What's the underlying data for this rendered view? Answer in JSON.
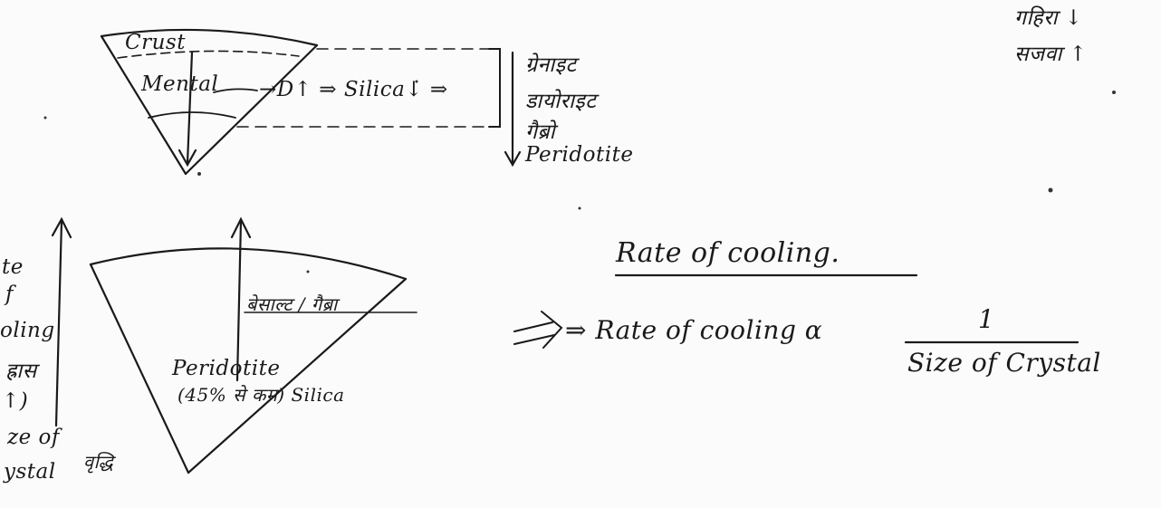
{
  "top_right_notes": {
    "line1": "गहिरा ↓",
    "line2": "सजवा ↑"
  },
  "top_diagram": {
    "crust_label": "Crust",
    "mantle_label": "Mental",
    "flow_text": "→D↑ ⇒ Silica↓ ⇒",
    "rocks": [
      "ग्रेनाइट",
      "डायोराइट",
      "गैब्रो",
      "Peridotite"
    ]
  },
  "left_axis": {
    "top_text": [
      "te",
      "f",
      "oling",
      "ह्रास",
      "↑)"
    ],
    "bottom_text": [
      "ze of",
      "ystal"
    ],
    "bottom_extra": "वृद्धि"
  },
  "sector_diagram": {
    "upper_label": "बेसाल्ट / गैब्रा",
    "lower_label": "Peridotite",
    "lower_sub": "(45% से कम) Silica"
  },
  "right_notes": {
    "heading": "Rate of cooling.",
    "formula_left": "⇒ Rate of cooling α",
    "numerator": "1",
    "denominator": "Size of Crystal"
  }
}
